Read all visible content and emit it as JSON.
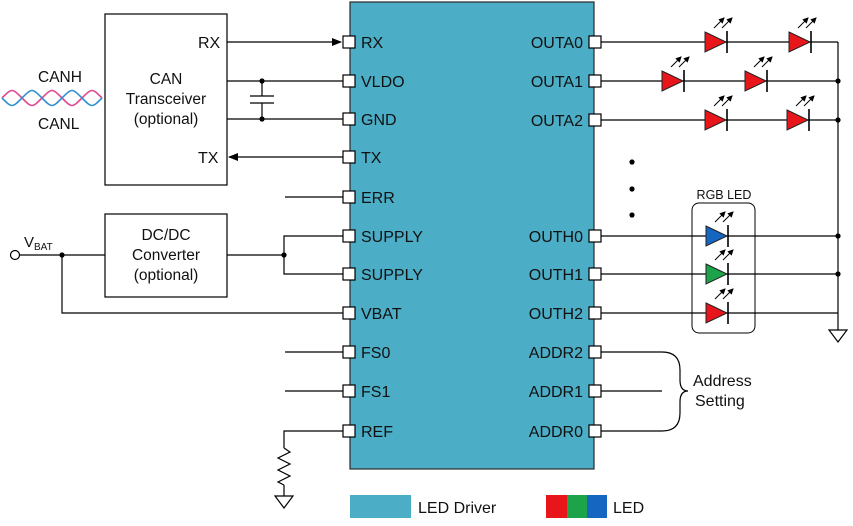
{
  "colors": {
    "driver": "#4BADC6",
    "led_red": "#E8161B",
    "led_green": "#1DA34A",
    "led_blue": "#1566C0"
  },
  "transceiver": {
    "lines": [
      "CAN",
      "Transceiver",
      "(optional)"
    ],
    "pin_rx": "RX",
    "pin_tx": "TX",
    "canh": "CANH",
    "canl": "CANL"
  },
  "converter": {
    "lines": [
      "DC/DC",
      "Converter",
      "(optional)"
    ],
    "vbat_main": "V",
    "vbat_sub": "BAT"
  },
  "driver": {
    "left_pins": [
      "RX",
      "VLDO",
      "GND",
      "TX",
      "ERR",
      "SUPPLY",
      "SUPPLY",
      "VBAT",
      "FS0",
      "FS1",
      "REF"
    ],
    "right_pins": [
      "OUTA0",
      "OUTA1",
      "OUTA2",
      "OUTH0",
      "OUTH1",
      "OUTH2",
      "ADDR2",
      "ADDR1",
      "ADDR0"
    ]
  },
  "rgb_led": {
    "title": "RGB LED",
    "icons": [
      "led-blue",
      "led-green",
      "led-red"
    ]
  },
  "address": {
    "lines": [
      "Address",
      "Setting"
    ]
  },
  "legend": {
    "driver_label": "LED Driver",
    "led_label": "LED"
  },
  "icons": [
    "twisted-pair-icon",
    "capacitor-icon",
    "resistor-icon",
    "ground-icon",
    "led-icon",
    "ellipsis-dots-icon"
  ]
}
